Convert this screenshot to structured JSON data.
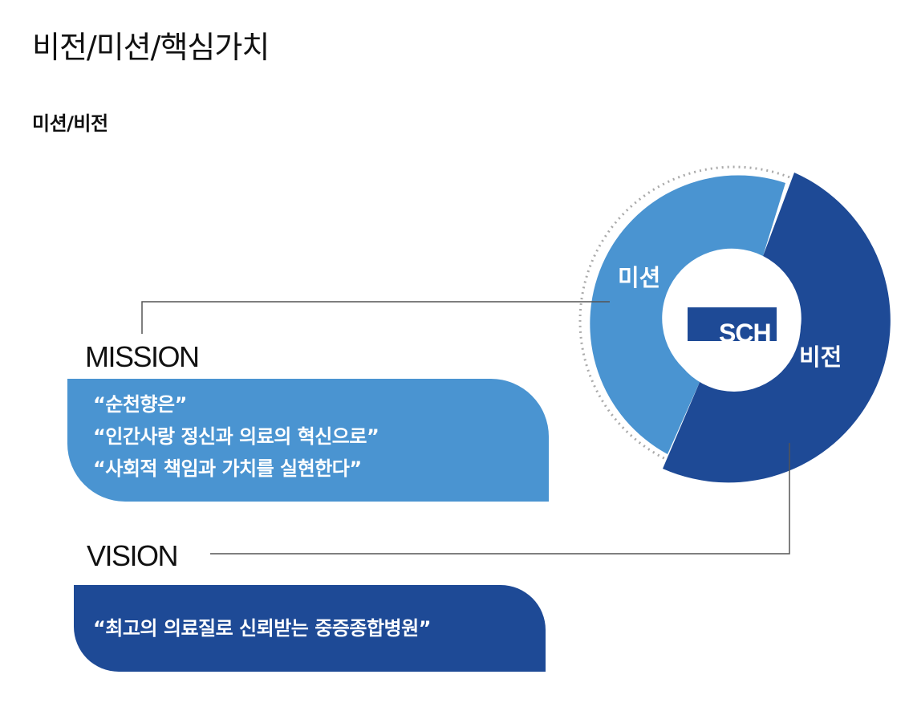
{
  "page": {
    "title": "비전/미션/핵심가치",
    "section_title": "미션/비전"
  },
  "diagram": {
    "ring_labels": {
      "mission": "미션",
      "vision": "비전"
    },
    "center_logo": "SCH",
    "mission": {
      "label": "MISSION",
      "lines": [
        "“순천향은”",
        "“인간사랑 정신과 의료의 혁신으로”",
        "“사회적 책임과 가치를 실현한다”"
      ]
    },
    "vision": {
      "label": "VISION",
      "lines": [
        "“최고의 의료질로 신뢰받는 중증종합병원”"
      ]
    }
  },
  "colors": {
    "mission_blue": "#4a94d1",
    "vision_navy": "#1e4a96",
    "connector_gray": "#555555",
    "dotted_ring_gray": "#aaaaaa"
  }
}
